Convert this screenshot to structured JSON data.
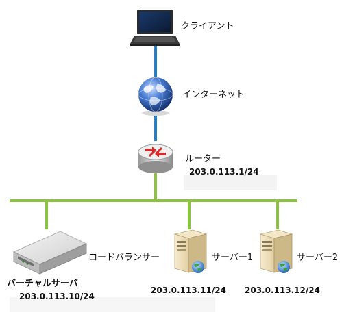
{
  "colors": {
    "uplink": "#1f7fd0",
    "lan": "#8bc53f"
  },
  "nodes": {
    "client": {
      "label": "クライアント",
      "icon": "laptop-icon"
    },
    "internet": {
      "label": "インターネット",
      "icon": "globe-icon"
    },
    "router": {
      "label": "ルーター",
      "ip": "203.0.113.1/24",
      "icon": "router-icon"
    },
    "load_balancer": {
      "label": "ロードバランサー",
      "icon": "rack-server-icon"
    },
    "virtual_server": {
      "label": "バーチャルサーバ",
      "ip": "203.0.113.10/24"
    },
    "server1": {
      "label": "サーバー1",
      "ip": "203.0.113.11/24",
      "icon": "tower-server-icon"
    },
    "server2": {
      "label": "サーバー2",
      "ip": "203.0.113.12/24",
      "icon": "tower-server-icon"
    }
  }
}
